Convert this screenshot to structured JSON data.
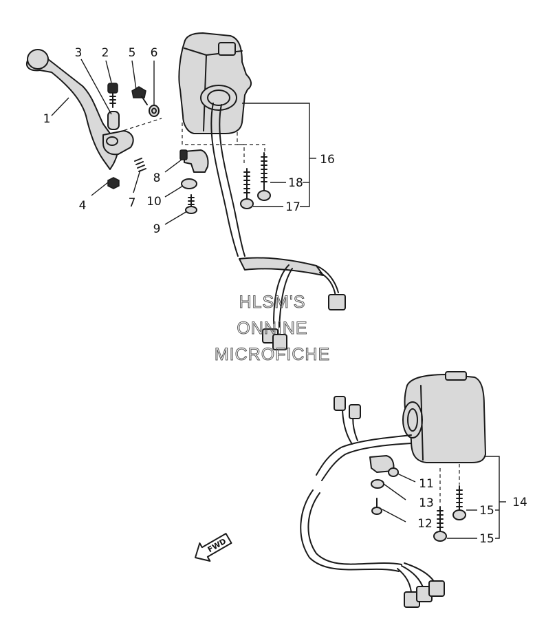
{
  "watermark": {
    "line1": "HLSM'S",
    "line2": "ONNINE",
    "line3": "MICROFICHE"
  },
  "direction_label": "FWD",
  "callouts": {
    "c1": "1",
    "c2": "2",
    "c3": "3",
    "c4": "4",
    "c5": "5",
    "c6": "6",
    "c7": "7",
    "c8": "8",
    "c9": "9",
    "c10": "10",
    "c11": "11",
    "c12": "12",
    "c13": "13",
    "c14": "14",
    "c15a": "15",
    "c15b": "15",
    "c16": "16",
    "c17": "17",
    "c18": "18"
  },
  "colors": {
    "line": "#1a1a1a",
    "body_fill": "#d9d9d9",
    "watermark": "#555555"
  }
}
